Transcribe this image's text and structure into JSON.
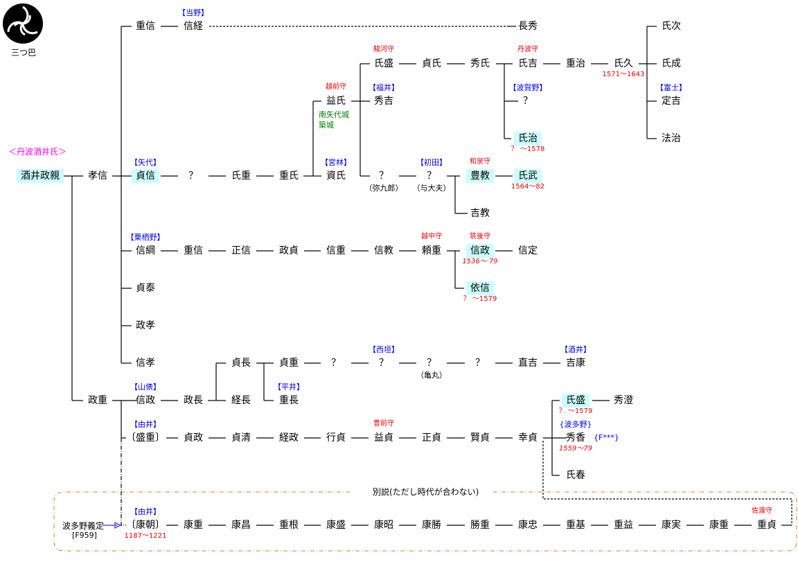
{
  "header": {
    "family_title": "＜丹波酒井氏＞",
    "crest_label": "三つ巴"
  },
  "alt_theory_label": "別説(ただし時代が合わない)",
  "hatano": {
    "name": "波多野義定",
    "code": "[F959]"
  },
  "colors": {
    "highlight": "#ccffff",
    "clan": "#0000ee",
    "title": "#ee0000",
    "alt_box": "#e07a2a",
    "arrow": "#3333ff"
  },
  "people": [
    {
      "name": "重信"
    },
    {
      "name": "信経",
      "clan": "【当野】"
    },
    {
      "name": "長秀"
    },
    {
      "name": "氏次"
    },
    {
      "name": "氏盛",
      "title": "駿河守"
    },
    {
      "name": "貞氏"
    },
    {
      "name": "秀氏"
    },
    {
      "name": "氏吉",
      "title": "丹波守"
    },
    {
      "name": "重治"
    },
    {
      "name": "氏久",
      "dates": "1571～1643"
    },
    {
      "name": "氏成"
    },
    {
      "name": "益氏",
      "title": "越前守",
      "green": [
        "南矢代城",
        "築城"
      ]
    },
    {
      "name": "秀吉",
      "clan": "【福井】"
    },
    {
      "name": "？",
      "clan": "【波賀野】"
    },
    {
      "name": "定吉",
      "clan": "【富士】"
    },
    {
      "name": "氏治",
      "dates": "？ ～1578"
    },
    {
      "name": "法治"
    },
    {
      "name": "酒井政親"
    },
    {
      "name": "孝信"
    },
    {
      "name": "貞信",
      "clan": "【矢代】"
    },
    {
      "name": "？"
    },
    {
      "name": "氏重"
    },
    {
      "name": "重氏"
    },
    {
      "name": "資氏",
      "clan": "【宮林】"
    },
    {
      "name": "？",
      "note": "（弥九郎）"
    },
    {
      "name": "？",
      "clan": "【初田】",
      "note": "（与大夫）"
    },
    {
      "name": "豊教",
      "title": "和泉守"
    },
    {
      "name": "氏武",
      "dates": "1564～82"
    },
    {
      "name": "吉教"
    },
    {
      "name": "信綱",
      "clan": "【栗栖野】"
    },
    {
      "name": "重信"
    },
    {
      "name": "正信"
    },
    {
      "name": "政貞"
    },
    {
      "name": "信重"
    },
    {
      "name": "信教"
    },
    {
      "name": "頼重",
      "title": "越中守"
    },
    {
      "name": "信政",
      "title": "筑後守",
      "dates": "1536～ 79"
    },
    {
      "name": "信定"
    },
    {
      "name": "貞泰"
    },
    {
      "name": "依信",
      "dates": "？ ～1579"
    },
    {
      "name": "政孝"
    },
    {
      "name": "信孝"
    },
    {
      "name": "貞長"
    },
    {
      "name": "貞重"
    },
    {
      "name": "？"
    },
    {
      "name": "？",
      "clan": "【西垣】"
    },
    {
      "name": "？",
      "note": "（亀丸）"
    },
    {
      "name": "？"
    },
    {
      "name": "直吉"
    },
    {
      "name": "吉康",
      "clan": "【酒井】"
    },
    {
      "name": "政重"
    },
    {
      "name": "信政",
      "clan": "【山俵】"
    },
    {
      "name": "政長"
    },
    {
      "name": "経長"
    },
    {
      "name": "重長",
      "clan": "【平井】"
    },
    {
      "name": "氏盛",
      "dates": "？ ～1579"
    },
    {
      "name": "秀澄"
    },
    {
      "name": "〔盛重〕",
      "clan": "【由井】"
    },
    {
      "name": "貞政"
    },
    {
      "name": "貞清"
    },
    {
      "name": "経政"
    },
    {
      "name": "行貞"
    },
    {
      "name": "益貞",
      "title": "豊前守"
    },
    {
      "name": "正貞"
    },
    {
      "name": "賢貞"
    },
    {
      "name": "幸貞"
    },
    {
      "name": "秀香",
      "clan": "{波多野}",
      "dates": "1559～79",
      "code": "{F***}"
    },
    {
      "name": "氏春"
    },
    {
      "name": "〔康朝〕",
      "clan": "【由井】",
      "dates": "1187～1221"
    },
    {
      "name": "康重"
    },
    {
      "name": "康昌"
    },
    {
      "name": "重根"
    },
    {
      "name": "康盛"
    },
    {
      "name": "康昭"
    },
    {
      "name": "康勝"
    },
    {
      "name": "勝重"
    },
    {
      "name": "康忠"
    },
    {
      "name": "重基"
    },
    {
      "name": "重益"
    },
    {
      "name": "康実"
    },
    {
      "name": "康重"
    },
    {
      "name": "重貞",
      "title": "佐渡守"
    }
  ]
}
